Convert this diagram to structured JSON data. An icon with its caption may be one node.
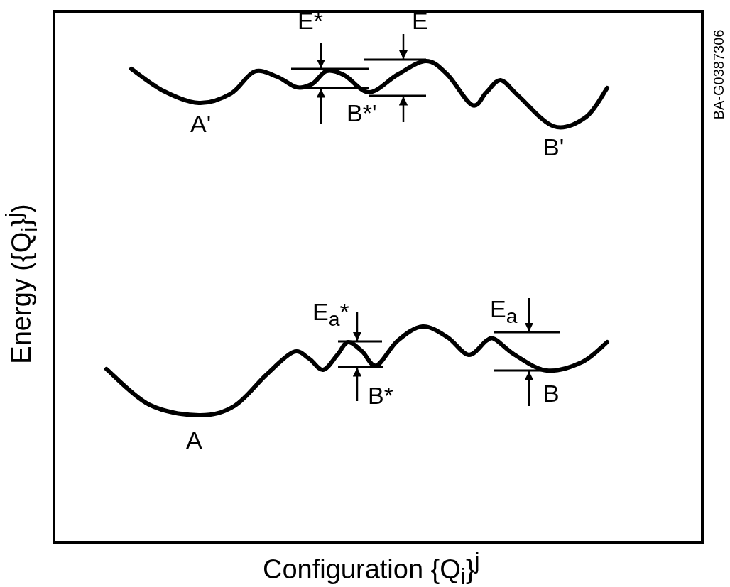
{
  "diagram": {
    "labels": [
      "E*",
      "E",
      "A'",
      "B*'",
      "B'",
      "E$_{a}$*",
      "E$_{a}$",
      "B*",
      "B",
      "A",
      "Energy ({Q$_{i}$}$^{j}$)",
      "Configuration {Q$_{i}$}$^{j}$",
      "BA-G0387306"
    ]
  }
}
